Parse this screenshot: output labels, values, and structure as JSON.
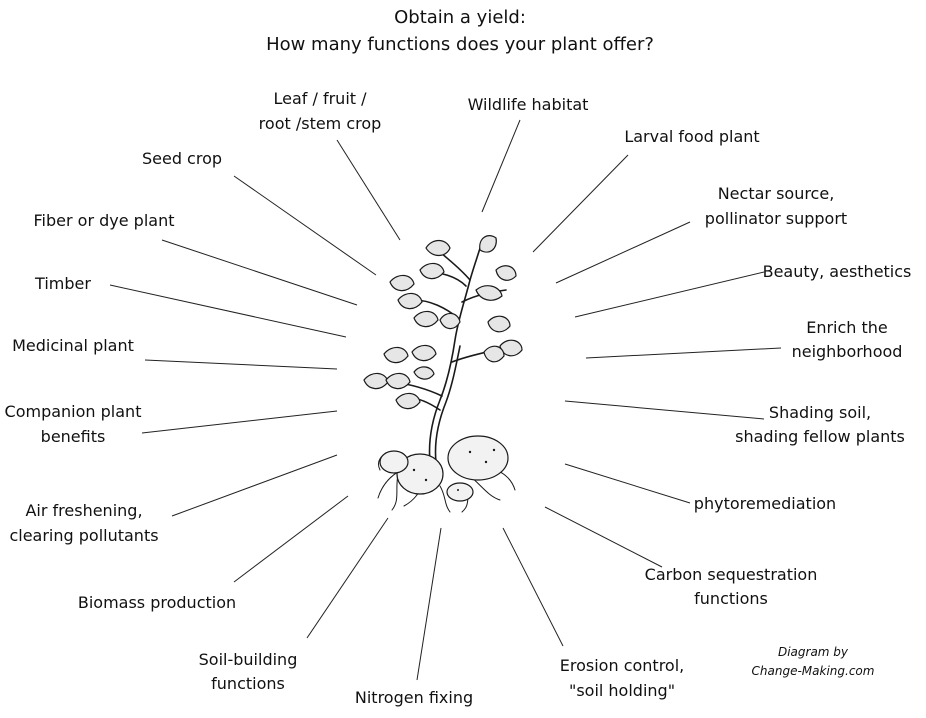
{
  "title": {
    "line1": "Obtain a yield:",
    "line2": "How many functions does your plant offer?"
  },
  "functions": {
    "leaf_crop": [
      "Leaf / fruit /",
      "root /stem crop"
    ],
    "wildlife": [
      "Wildlife habitat"
    ],
    "larval": [
      "Larval food plant"
    ],
    "seed": [
      "Seed crop"
    ],
    "nectar": [
      "Nectar source,",
      "pollinator support"
    ],
    "fiber": [
      "Fiber or dye plant"
    ],
    "beauty": [
      "Beauty, aesthetics"
    ],
    "timber": [
      "Timber"
    ],
    "enrich": [
      "Enrich the",
      "neighborhood"
    ],
    "medicinal": [
      "Medicinal plant"
    ],
    "companion": [
      "Companion plant",
      "benefits"
    ],
    "shading": [
      "Shading soil,",
      "shading fellow plants"
    ],
    "phyto": [
      "phytoremediation"
    ],
    "air": [
      "Air freshening,",
      "clearing pollutants"
    ],
    "carbon": [
      "Carbon sequestration",
      "functions"
    ],
    "biomass": [
      "Biomass production"
    ],
    "soil_building": [
      "Soil-building",
      "functions"
    ],
    "erosion": [
      "Erosion control,",
      "\"soil holding\""
    ],
    "nitrogen": [
      "Nitrogen fixing"
    ]
  },
  "credit": {
    "line1": "Diagram by",
    "line2": "Change-Making.com"
  },
  "colors": {
    "ink": "#111111",
    "leaf_fill": "#e6e6e6",
    "tuber_fill": "#f2f2f2",
    "background": "#ffffff"
  },
  "icons": {
    "center_image": "potato-plant-illustration"
  }
}
